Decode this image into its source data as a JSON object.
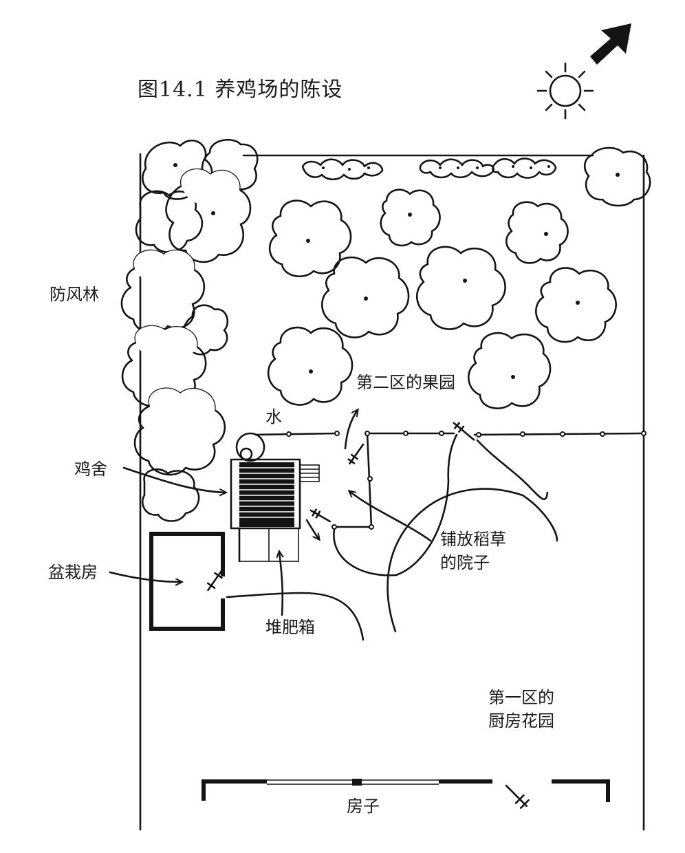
{
  "figure": {
    "title": "图14.1 养鸡场的陈设"
  },
  "labels": {
    "windbreak": "防风林",
    "zone2_orchard": "第二区的果园",
    "water": "水",
    "chicken_coop": "鸡舍",
    "straw_yard_line1": "铺放稻草",
    "straw_yard_line2": "的院子",
    "greenhouse": "盆栽房",
    "compost_bin": "堆肥箱",
    "zone1_line1": "第一区的",
    "zone1_line2": "厨房花园",
    "house": "房子"
  },
  "icons": {
    "sun": "sun-icon",
    "direction_arrow": "north-arrow-icon",
    "gate": "gate-icon",
    "tree": "tree-icon",
    "shrub": "shrub-icon"
  },
  "colors": {
    "ink": "#141414",
    "paper": "#ffffff"
  }
}
